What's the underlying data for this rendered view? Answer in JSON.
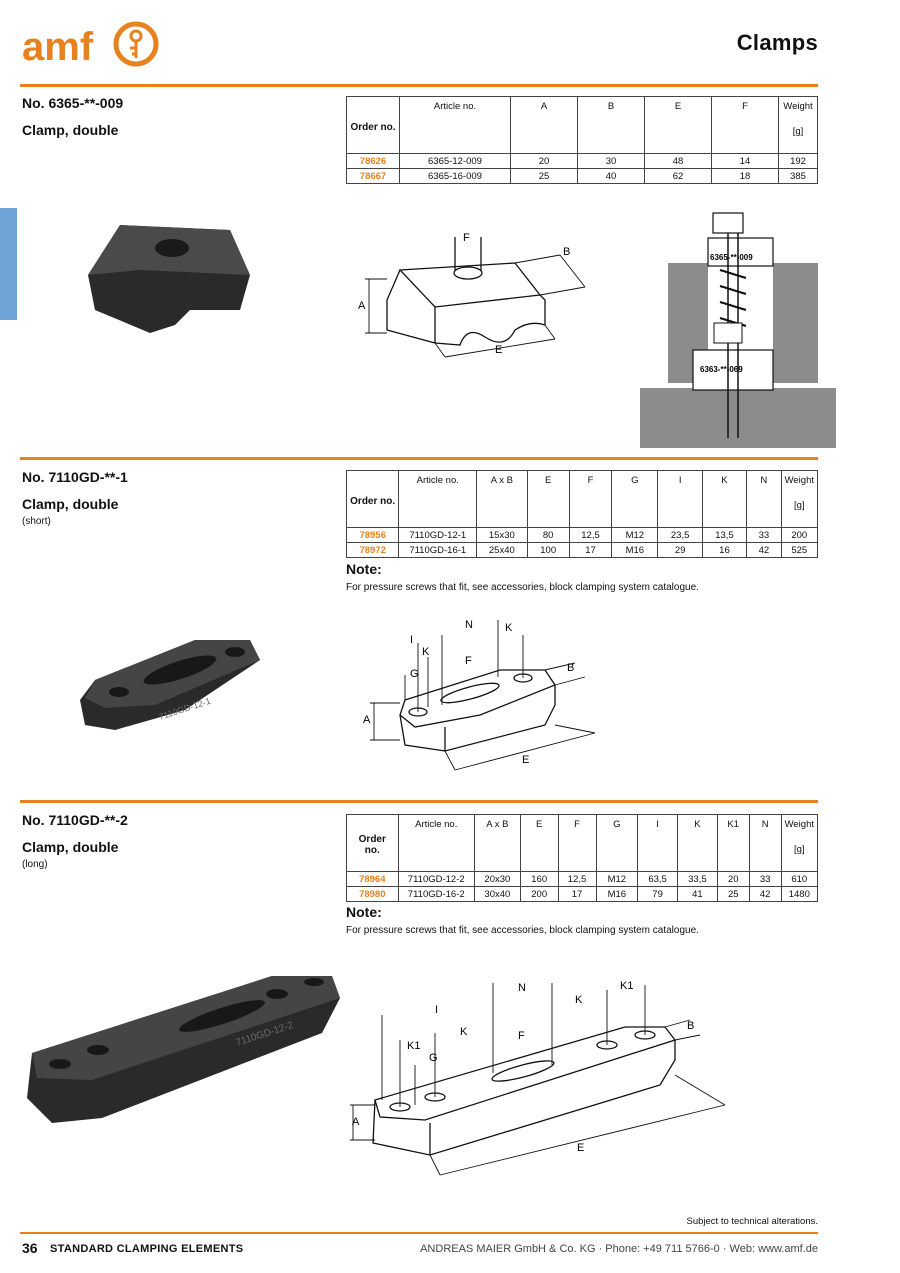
{
  "header": {
    "title": "Clamps",
    "logo_text": "amf"
  },
  "colors": {
    "accent": "#e8821e",
    "side_tab": "#6fa3d6",
    "order_no": "#e8821e"
  },
  "sections": [
    {
      "number": "No. 6365-**-009",
      "name": "Clamp, double",
      "variant": "",
      "columns": [
        "Article no.",
        "A",
        "B",
        "E",
        "F"
      ],
      "rows": [
        {
          "order": "78626",
          "cells": [
            "6365-12-009",
            "20",
            "30",
            "48",
            "14"
          ],
          "weight": "192"
        },
        {
          "order": "78667",
          "cells": [
            "6365-16-009",
            "25",
            "40",
            "62",
            "18"
          ],
          "weight": "385"
        }
      ],
      "diagram_labels": {
        "f": "F",
        "b": "B",
        "a": "A",
        "e": "E",
        "part1": "6365-**-009",
        "part2": "6363-**-069"
      }
    },
    {
      "number": "No. 7110GD-**-1",
      "name": "Clamp, double",
      "variant": "(short)",
      "columns": [
        "Article no.",
        "A x B",
        "E",
        "F",
        "G",
        "I",
        "K",
        "N"
      ],
      "rows": [
        {
          "order": "78956",
          "cells": [
            "7110GD-12-1",
            "15x30",
            "80",
            "12,5",
            "M12",
            "23,5",
            "13,5",
            "33"
          ],
          "weight": "200"
        },
        {
          "order": "78972",
          "cells": [
            "7110GD-16-1",
            "25x40",
            "100",
            "17",
            "M16",
            "29",
            "16",
            "42"
          ],
          "weight": "525"
        }
      ],
      "note_heading": "Note:",
      "note_text": "For pressure screws that fit, see accessories, block clamping system catalogue.",
      "part_marking": "7110GD-12-1",
      "diagram_labels": {
        "i": "I",
        "n": "N",
        "k1": "K",
        "k2": "K",
        "f": "F",
        "g": "G",
        "b": "B",
        "a": "A",
        "e": "E"
      }
    },
    {
      "number": "No. 7110GD-**-2",
      "name": "Clamp, double",
      "variant": "(long)",
      "columns": [
        "Article no.",
        "A x B",
        "E",
        "F",
        "G",
        "I",
        "K",
        "K1",
        "N"
      ],
      "rows": [
        {
          "order": "78964",
          "cells": [
            "7110GD-12-2",
            "20x30",
            "160",
            "12,5",
            "M12",
            "63,5",
            "33,5",
            "20",
            "33"
          ],
          "weight": "610"
        },
        {
          "order": "78980",
          "cells": [
            "7110GD-16-2",
            "30x40",
            "200",
            "17",
            "M16",
            "79",
            "41",
            "25",
            "42"
          ],
          "weight": "1480"
        }
      ],
      "note_heading": "Note:",
      "note_text": "For pressure screws that fit, see accessories, block clamping system catalogue.",
      "part_marking": "7110GD-12-2",
      "diagram_labels": {
        "i": "I",
        "n": "N",
        "k1top": "K1",
        "k_right": "K",
        "k_left": "K",
        "k1left": "K1",
        "f": "F",
        "g": "G",
        "b": "B",
        "a": "A",
        "e": "E"
      }
    }
  ],
  "table_headers": {
    "order": "Order no.",
    "weight": "Weight",
    "weight_unit": "[g]"
  },
  "footer": {
    "subject": "Subject to technical alterations.",
    "page": "36",
    "section": "STANDARD CLAMPING ELEMENTS",
    "company": "ANDREAS MAIER GmbH & Co. KG  ·  Phone: +49 711 5766-0  ·  Web: www.amf.de"
  }
}
